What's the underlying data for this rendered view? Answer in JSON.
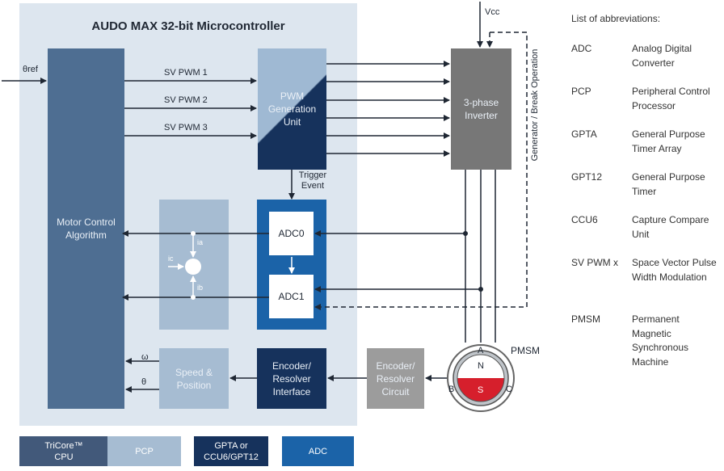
{
  "mcu": {
    "title": "AUDO MAX 32-bit Microcontroller"
  },
  "blocks": {
    "motor_control": "Motor Control Algorithm",
    "pwm_unit": "PWM Generation Unit",
    "adc0": "ADC0",
    "adc1": "ADC1",
    "speed_position": "Speed & Position",
    "encoder_interface": "Encoder/ Resolver Interface",
    "inverter": "3-phase Inverter",
    "encoder_circuit": "Encoder/ Resolver Circuit"
  },
  "signals": {
    "theta_ref": "θref",
    "pwm1": "SV PWM 1",
    "pwm2": "SV PWM 2",
    "pwm3": "SV PWM 3",
    "trigger": "Trigger Event",
    "vcc": "Vcc",
    "feedback": "Generator / Break Operation",
    "omega": "ω",
    "theta": "θ",
    "ia": "ia",
    "ib": "ib",
    "ic": "ic"
  },
  "motor": {
    "label": "PMSM",
    "phase_a": "A",
    "phase_b": "B",
    "phase_c": "C",
    "pole_n": "N",
    "pole_s": "S",
    "north_color": "#ffffff",
    "south_color": "#d61f2c"
  },
  "chips": {
    "tricore": "TriCore™ CPU",
    "pcp": "PCP",
    "gpta": "GPTA or CCU6/GPT12",
    "adc": "ADC"
  },
  "abbreviations": {
    "title": "List of abbreviations:",
    "items": [
      {
        "abbr": "ADC",
        "full": "Analog Digital Converter"
      },
      {
        "abbr": "PCP",
        "full": "Peripheral Control Processor"
      },
      {
        "abbr": "GPTA",
        "full": "General Purpose Timer Array"
      },
      {
        "abbr": "GPT12",
        "full": "General Purpose Timer"
      },
      {
        "abbr": "CCU6",
        "full": "Capture Compare Unit"
      },
      {
        "abbr": "SV PWM x",
        "full": "Space Vector Pulse Width Modulation"
      },
      {
        "abbr": "PMSM",
        "full": "Permanent Magnetic Synchronous Machine"
      }
    ]
  },
  "colors": {
    "panel": "#dde6ef",
    "dark_navy": "#16325c",
    "adc_blue": "#1b63a8",
    "light_blue": "#a6bcd2",
    "mid_blue": "#4e6e92",
    "inverter_gray": "#777777"
  }
}
